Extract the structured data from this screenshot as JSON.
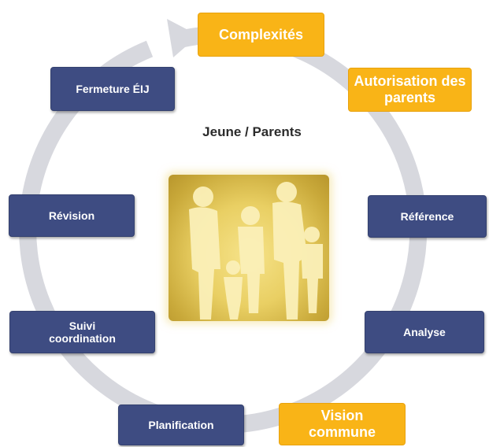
{
  "center": {
    "title": "Jeune / Parents",
    "image": "family-silhouette-icon"
  },
  "steps": [
    {
      "label": "Complexités",
      "style": "gold"
    },
    {
      "label": "Autorisation des parents",
      "style": "gold"
    },
    {
      "label": "Référence",
      "style": "navy"
    },
    {
      "label": "Analyse",
      "style": "navy"
    },
    {
      "label": "Vision commune",
      "style": "gold"
    },
    {
      "label": "Planification",
      "style": "navy"
    },
    {
      "label": "Suivi coordination",
      "style": "navy"
    },
    {
      "label": "Révision",
      "style": "navy"
    },
    {
      "label": "Fermeture ÉIJ",
      "style": "navy"
    }
  ],
  "colors": {
    "navy": "#3e4c82",
    "gold": "#f9b417",
    "ring": "#d7d8de"
  }
}
